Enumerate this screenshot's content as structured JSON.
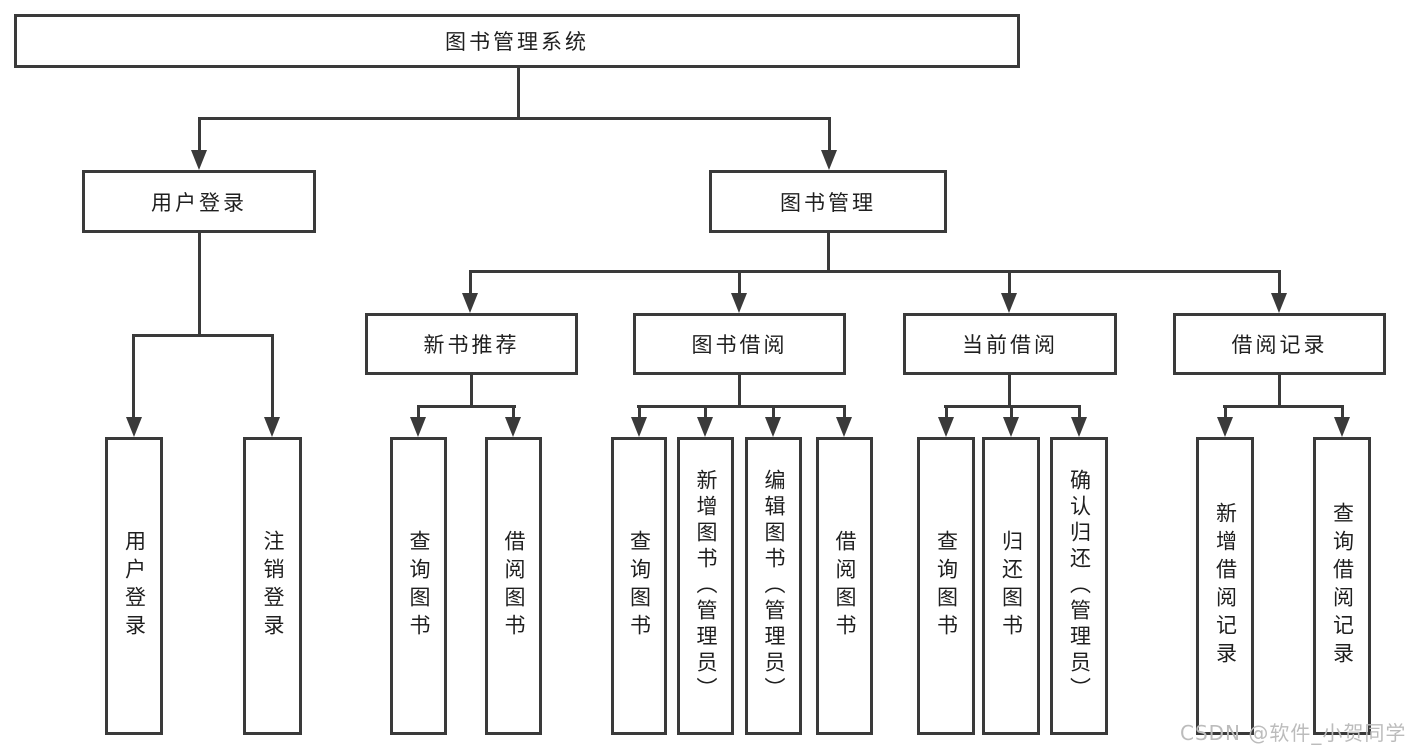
{
  "diagram": {
    "root": {
      "label": "图书管理系统"
    },
    "branches": [
      {
        "label": "用户登录",
        "children": [
          {
            "label": "用户登录"
          },
          {
            "label": "注销登录"
          }
        ]
      },
      {
        "label": "图书管理",
        "children": [
          {
            "label": "新书推荐",
            "children": [
              {
                "label": "查询图书"
              },
              {
                "label": "借阅图书"
              }
            ]
          },
          {
            "label": "图书借阅",
            "children": [
              {
                "label": "查询图书"
              },
              {
                "label": "新增图书（管理员）"
              },
              {
                "label": "编辑图书（管理员）"
              },
              {
                "label": "借阅图书"
              }
            ]
          },
          {
            "label": "当前借阅",
            "children": [
              {
                "label": "查询图书"
              },
              {
                "label": "归还图书"
              },
              {
                "label": "确认归还（管理员）"
              }
            ]
          },
          {
            "label": "借阅记录",
            "children": [
              {
                "label": "新增借阅记录"
              },
              {
                "label": "查询借阅记录"
              }
            ]
          }
        ]
      }
    ]
  },
  "watermark": {
    "text": "CSDN @软件_小贺同学",
    "color": "#bcbcbc"
  },
  "colors": {
    "line": "#3a3a3a",
    "text": "#1f1f1f",
    "background": "#ffffff"
  }
}
